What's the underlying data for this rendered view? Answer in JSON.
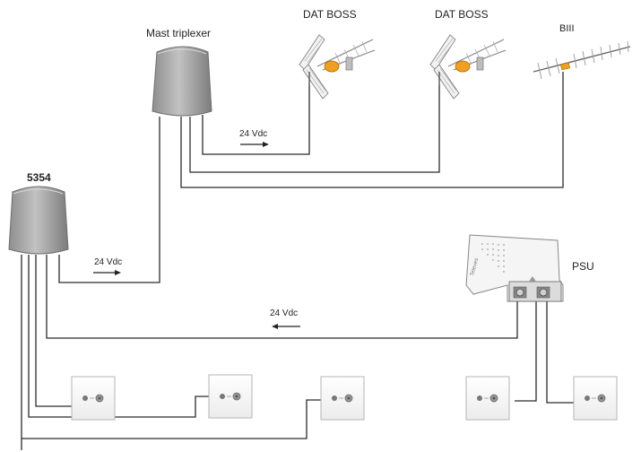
{
  "labels": {
    "mast_triplexer": "Mast triplexer",
    "dat_boss_1": "DAT BOSS",
    "dat_boss_2": "DAT BOSS",
    "biii": "BIII",
    "amp_5354": "5354",
    "psu": "PSU",
    "psu_brand": "Televes",
    "vdc_mast": "24 Vdc",
    "vdc_5354": "24 Vdc",
    "vdc_psu": "24 Vdc"
  },
  "colors": {
    "wire": "#2b2b2b",
    "device_fill": "#9a9a9a",
    "antenna_accent": "#f0a020",
    "outlet_border": "#b5b5b5"
  },
  "icons": {
    "triplexer": "mast-triplexer-icon",
    "amplifier": "amplifier-5354-icon",
    "uhf_antenna": "dat-boss-antenna-icon",
    "vhf_antenna": "biii-yagi-antenna-icon",
    "psu": "power-supply-icon",
    "outlet": "wall-outlet-icon"
  }
}
